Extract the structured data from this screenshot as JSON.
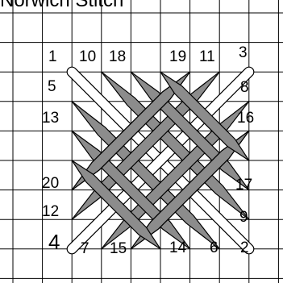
{
  "title": "Norwich Stitch",
  "grid": {
    "columns": 9,
    "rows": 9,
    "line_color": "#000000"
  },
  "stitch_colors": {
    "light_thread": "#ffffff",
    "dark_thread": "#8c8c8c",
    "outline": "#000000"
  },
  "labels": {
    "n1": "1",
    "n2": "2",
    "n3": "3",
    "n4": "4",
    "n5": "5",
    "n6": "6",
    "n7": "7",
    "n8": "8",
    "n9": "9",
    "n10": "10",
    "n11": "11",
    "n12": "12",
    "n13": "13",
    "n14": "14",
    "n15": "15",
    "n16": "16",
    "n17": "17",
    "n18": "18",
    "n19": "19",
    "n20": "20"
  }
}
